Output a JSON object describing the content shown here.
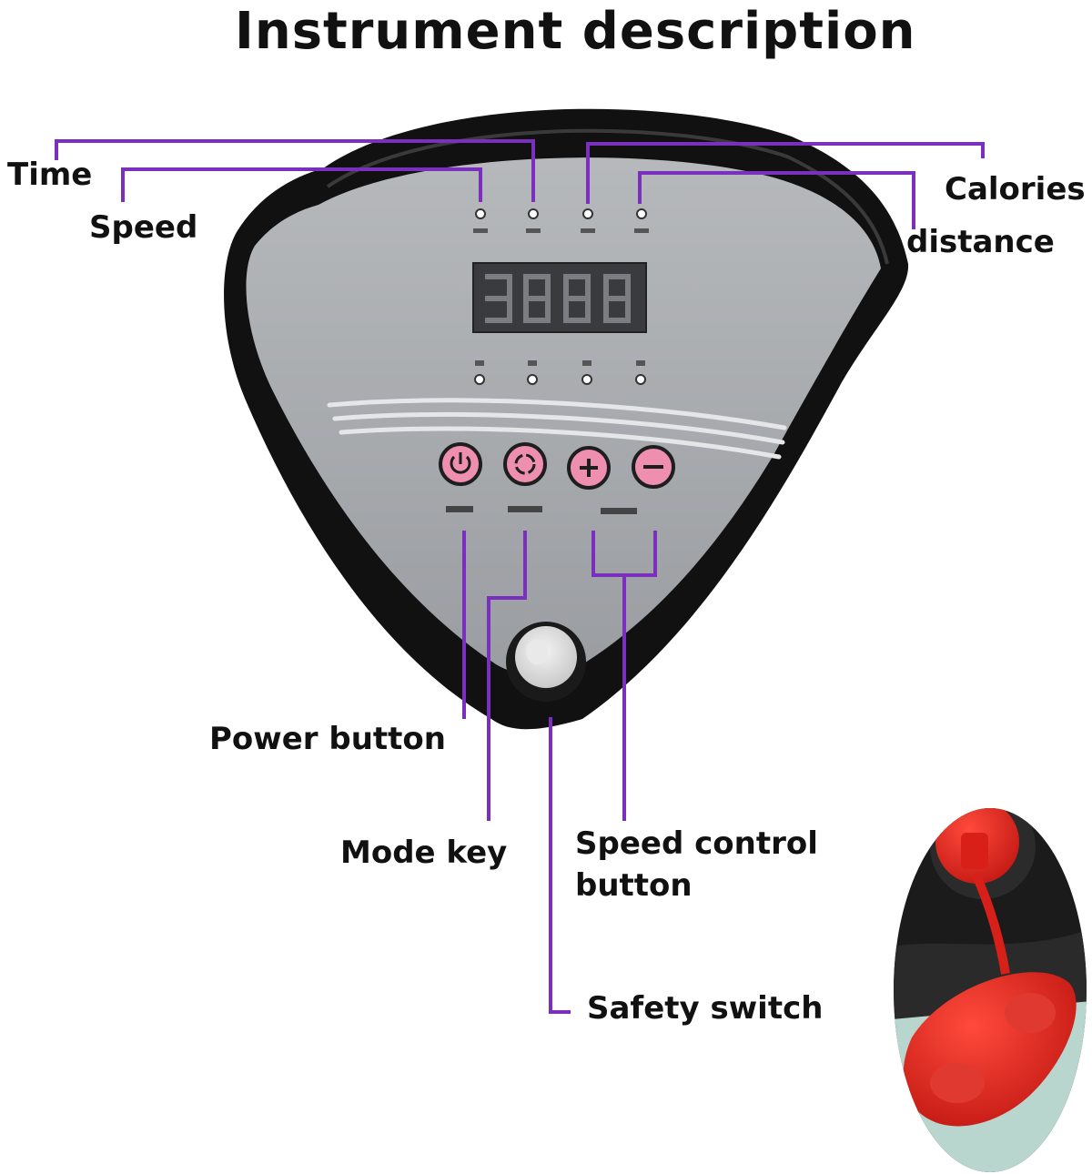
{
  "title": "Instrument description",
  "labels": {
    "time": "Time",
    "speed": "Speed",
    "calories": "Calories",
    "distance": "distance",
    "power_button": "Power button",
    "mode_key": "Mode key",
    "speed_control_button": "Speed control button",
    "safety_switch": "Safety switch"
  },
  "colors": {
    "leader_line": "#7b2fbf",
    "panel_face": "#a7aaad",
    "panel_bezel": "#111111",
    "display_bg": "#3a3b3f",
    "display_segments": "#7c7d82",
    "button_pink": "#ef8fb0",
    "safety_key_red": "#e0261f"
  },
  "icons": {
    "power_button": "power-icon",
    "mode_key": "mode-cycle-icon",
    "speed_up": "plus-icon",
    "speed_down": "minus-icon"
  }
}
